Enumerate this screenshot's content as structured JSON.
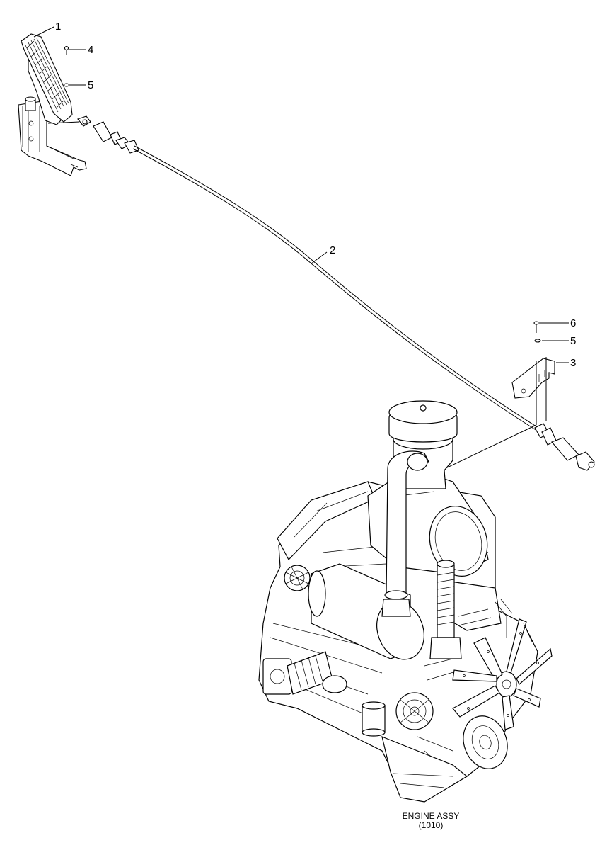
{
  "callouts": {
    "pedal": "1",
    "cable": "2",
    "bracket": "3",
    "bolt_pedal": "4",
    "washer_pedal": "5",
    "washer_bracket": "5",
    "bolt_bracket": "6"
  },
  "engine_label": {
    "line1": "ENGINE ASSY",
    "line2": "(1010)"
  }
}
